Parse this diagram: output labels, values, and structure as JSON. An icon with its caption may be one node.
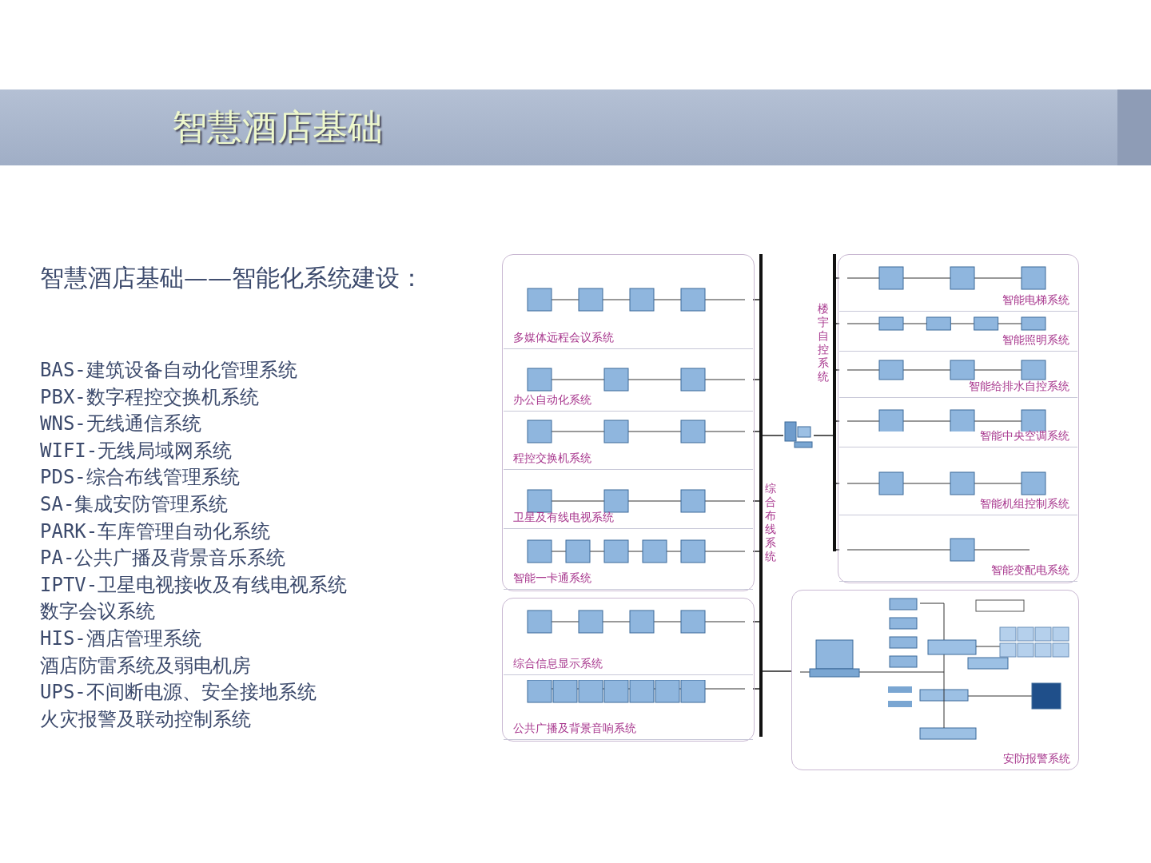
{
  "diagram": {
    "title": "智慧酒店基础",
    "nodes": [
      {
        "text": [
          "楼宇自控系统"
        ]
      },
      {
        "text": [
          "综合布线系统"
        ]
      },
      {
        "text": [],
        "shape": "picture"
      },
      {
        "text": [
          "多媒体远程会议系统"
        ]
      },
      {
        "text": [
          "办公自动化系统"
        ]
      },
      {
        "text": [
          "程控交换机系统"
        ]
      },
      {
        "text": [
          "卫星及有线电视系统"
        ]
      },
      {
        "text": [
          "智能一卡通系统"
        ]
      },
      {
        "text": [
          "综合信息显示系统"
        ]
      },
      {
        "text": [
          "公共广播及背景音响系统"
        ]
      },
      {
        "text": [
          "智能电梯系统"
        ]
      },
      {
        "text": [
          "智能照明系统"
        ]
      },
      {
        "text": [
          "智能给排水自控系统"
        ]
      },
      {
        "text": [
          "智能中央空调系统"
        ]
      },
      {
        "text": [
          "智能机组控制系统"
        ]
      },
      {
        "text": [
          "智能变配电系统"
        ]
      },
      {
        "text": [
          "安防报警系统"
        ]
      }
    ],
    "edges": [
      {
        "from": 2,
        "to": 1,
        "arrow": "none"
      },
      {
        "from": 2,
        "to": 0,
        "arrow": "none"
      },
      {
        "from": 3,
        "to": 1,
        "arrow": "none"
      },
      {
        "from": 4,
        "to": 1,
        "arrow": "none"
      },
      {
        "from": 5,
        "to": 1,
        "arrow": "none"
      },
      {
        "from": 6,
        "to": 1,
        "arrow": "none"
      },
      {
        "from": 7,
        "to": 1,
        "arrow": "none"
      },
      {
        "from": 8,
        "to": 1,
        "arrow": "none"
      },
      {
        "from": 9,
        "to": 1,
        "arrow": "none"
      },
      {
        "from": 16,
        "to": 1,
        "arrow": "none"
      },
      {
        "from": 10,
        "to": 0,
        "arrow": "none"
      },
      {
        "from": 11,
        "to": 0,
        "arrow": "none"
      },
      {
        "from": 12,
        "to": 0,
        "arrow": "none"
      },
      {
        "from": 13,
        "to": 0,
        "arrow": "none"
      },
      {
        "from": 14,
        "to": 0,
        "arrow": "none"
      },
      {
        "from": 15,
        "to": 0,
        "arrow": "none"
      }
    ],
    "labels": [
      "智慧酒店基础——智能化系统建设：",
      "BAS-建筑设备自动化管理系统",
      "PBX-数字程控交换机系统",
      "WNS-无线通信系统",
      "WIFI-无线局域网系统",
      "PDS-综合布线管理系统",
      "SA-集成安防管理系统",
      "PARK-车库管理自动化系统",
      "PA-公共广播及背景音乐系统",
      "IPTV-卫星电视接收及有线电视系统",
      "数字会议系统",
      "HIS-酒店管理系统",
      "酒店防雷系统及弱电机房",
      "UPS-不间断电源、安全接地系统",
      "火灾报警及联动控制系统"
    ]
  }
}
